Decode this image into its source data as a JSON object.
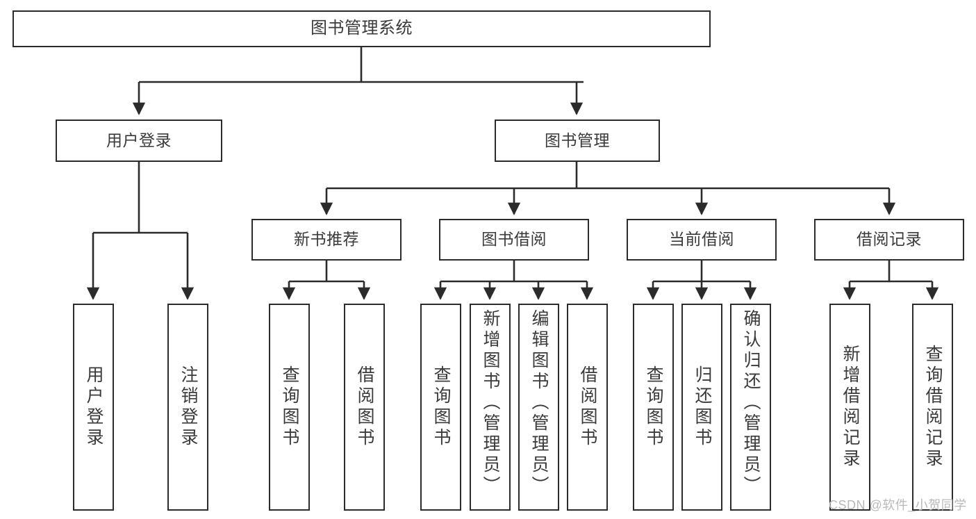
{
  "diagram": {
    "title": "图书管理系统",
    "watermark": "CSDN @软件_小贺同学",
    "colors": {
      "border": "#2b2b2b",
      "text": "#3a3a3a",
      "background": "#ffffff",
      "connector": "#2b2b2b",
      "watermark": "#b9b9b9"
    },
    "root": {
      "label": "图书管理系统"
    },
    "level1": [
      {
        "label": "用户登录"
      },
      {
        "label": "图书管理"
      }
    ],
    "level2": [
      {
        "label": "新书推荐"
      },
      {
        "label": "图书借阅"
      },
      {
        "label": "当前借阅"
      },
      {
        "label": "借阅记录"
      }
    ],
    "leaves": {
      "user_login": [
        {
          "label": "用户登录"
        },
        {
          "label": "注销登录"
        }
      ],
      "new_book": [
        {
          "label": "查询图书"
        },
        {
          "label": "借阅图书"
        }
      ],
      "book_borrow": [
        {
          "label": "查询图书"
        },
        {
          "label": "新增图书（管理员）"
        },
        {
          "label": "编辑图书（管理员）"
        },
        {
          "label": "借阅图书"
        }
      ],
      "current_borrow": [
        {
          "label": "查询图书"
        },
        {
          "label": "归还图书"
        },
        {
          "label": "确认归还（管理员）"
        }
      ],
      "borrow_record": [
        {
          "label": "新增借阅记录"
        },
        {
          "label": "查询借阅记录"
        }
      ]
    }
  }
}
